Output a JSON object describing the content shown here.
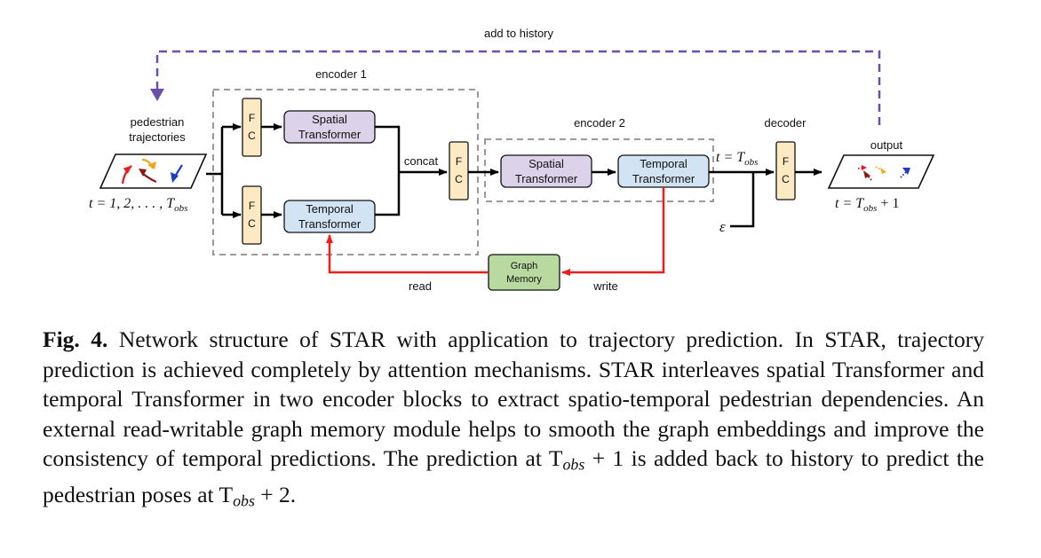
{
  "diagram": {
    "add_to_history": "add to history",
    "encoder1_label": "encoder 1",
    "encoder2_label": "encoder 2",
    "decoder_label": "decoder",
    "input_label_line1": "pedestrian",
    "input_label_line2": "trajectories",
    "input_time": "t = 1, 2, . . . , T",
    "input_time_sub": "obs",
    "fc_f": "F",
    "fc_c": "C",
    "spatial_line1": "Spatial",
    "spatial_line2": "Transformer",
    "temporal_line1": "Temporal",
    "temporal_line2": "Transformer",
    "concat_label": "concat",
    "t_obs_label": "t = T",
    "t_obs_sub": "obs",
    "output_label": "output",
    "output_time": "t = T",
    "output_time_sub": "obs",
    "output_time_suffix": " + 1",
    "epsilon": "ε",
    "memory_line1": "Graph",
    "memory_line2": "Memory",
    "read_label": "read",
    "write_label": "write"
  },
  "caption": {
    "label": "Fig. 4.",
    "text": "Network structure of STAR with application to trajectory prediction. In STAR, trajectory prediction is achieved completely by attention mechanisms. STAR interleaves spatial Transformer and temporal Transformer in two encoder blocks to extract spatio-temporal pedestrian dependencies. An external read-writable graph memory module helps to smooth the graph embeddings and improve the consistency of temporal predictions. The prediction at T",
    "sub1": "obs",
    "mid": " + 1 is added back to history to predict the pedestrian poses at T",
    "sub2": "obs",
    "end": " + 2."
  },
  "colors": {
    "fc_fill": "#fde9c2",
    "spatial_fill": "#dcd2ea",
    "temporal_fill": "#d2e3f3",
    "memory_fill": "#b8d99f",
    "history_arrow": "#6a4fae",
    "memory_arrow": "#ee1c1c",
    "dashed_box": "#9a9a9a"
  }
}
